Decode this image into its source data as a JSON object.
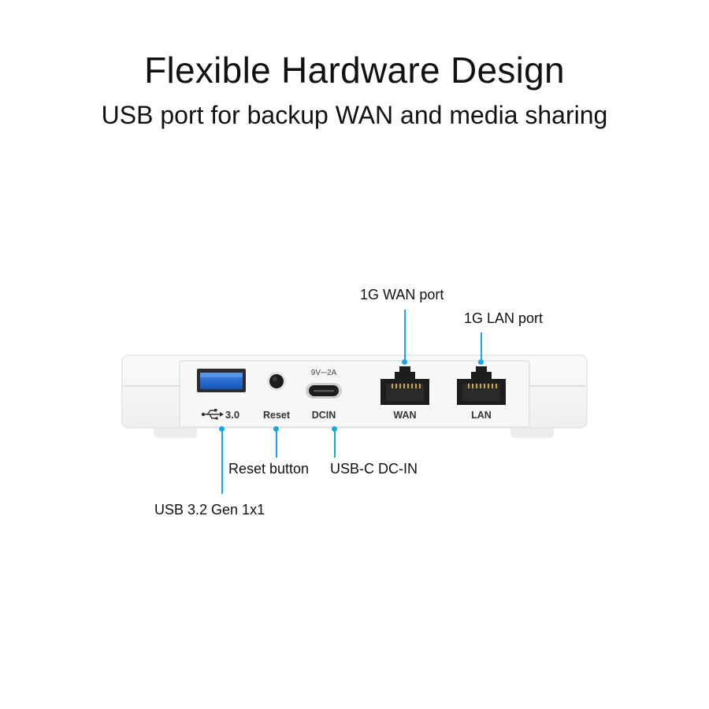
{
  "header": {
    "title": "Flexible Hardware Design",
    "subtitle": "USB port for backup WAN and media sharing"
  },
  "device": {
    "panel_labels": {
      "usb_icon": "usb-icon",
      "usb": "3.0",
      "reset": "Reset",
      "power_rating": "9V⎓2A",
      "dcin": "DCIN",
      "wan": "WAN",
      "lan": "LAN"
    }
  },
  "callouts": {
    "wan_port": "1G WAN port",
    "lan_port": "1G LAN port",
    "reset_button": "Reset button",
    "usbc_dcin": "USB-C DC-IN",
    "usb_port": "USB 3.2 Gen 1x1"
  },
  "colors": {
    "accent": "#1aa6e8",
    "usb_port_blue": "#1f66c9"
  }
}
